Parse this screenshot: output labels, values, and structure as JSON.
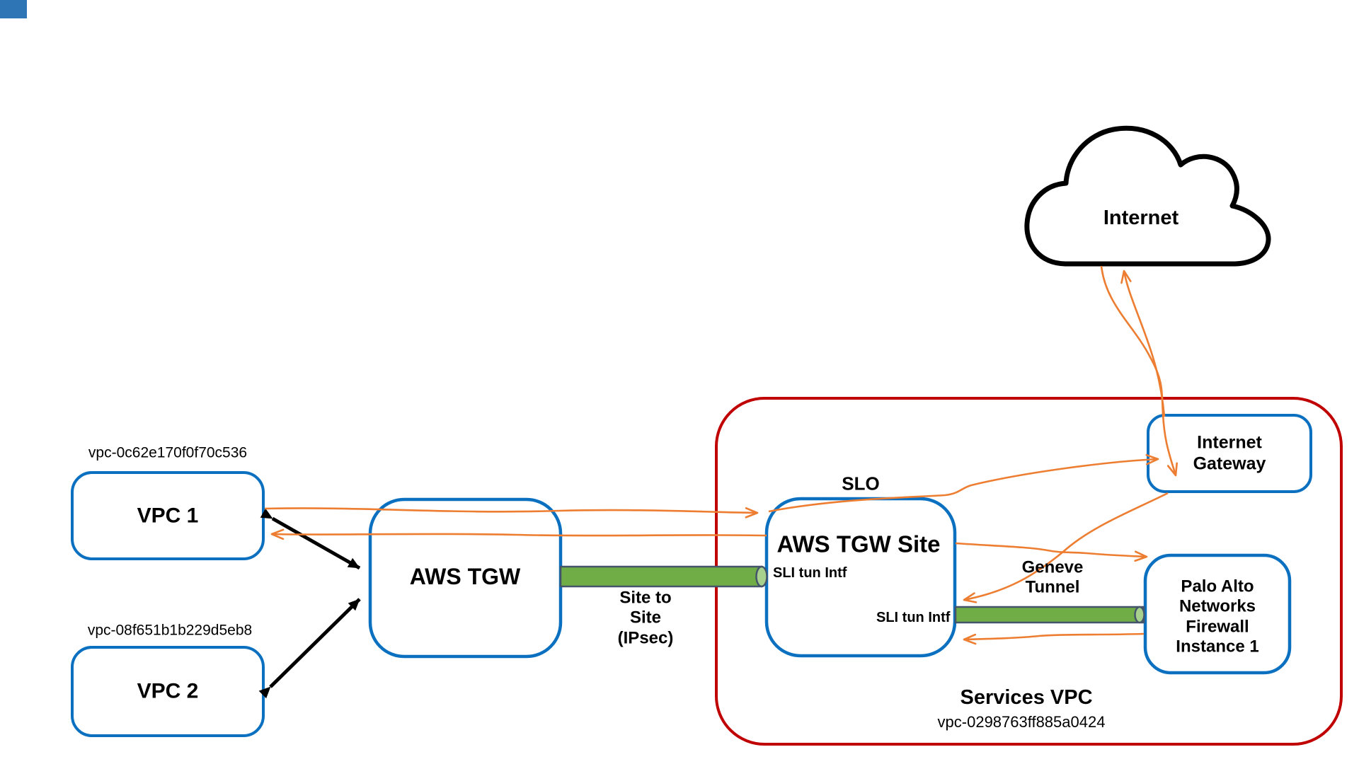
{
  "diagram": {
    "colors": {
      "box_border_blue": "#0B70C0",
      "services_vpc_red": "#C00000",
      "tunnel_green": "#70AD47",
      "tunnel_cap_green": "#A9D18E",
      "tunnel_border": "#44546A",
      "flow_orange": "#ED7D31",
      "arrow_black": "#000000"
    },
    "internet_cloud": {
      "label": "Internet"
    },
    "vpc1": {
      "id_label": "vpc-0c62e170f0f70c536",
      "title": "VPC 1"
    },
    "vpc2": {
      "id_label": "vpc-08f651b1b229d5eb8",
      "title": "VPC 2"
    },
    "aws_tgw": {
      "title": "AWS TGW"
    },
    "site_to_site_tunnel": {
      "label_line1": "Site to",
      "label_line2": "Site",
      "label_line3": "(IPsec)"
    },
    "aws_tgw_site": {
      "title": "AWS TGW Site",
      "slo_label": "SLO",
      "sli_tun_intf_top": "SLI tun Intf",
      "sli_tun_intf_bottom": "SLI tun Intf"
    },
    "geneve_tunnel": {
      "label_line1": "Geneve",
      "label_line2": "Tunnel"
    },
    "internet_gateway": {
      "title_line1": "Internet",
      "title_line2": "Gateway"
    },
    "firewall": {
      "title_line1": "Palo Alto",
      "title_line2": "Networks",
      "title_line3": "Firewall",
      "title_line4": "Instance 1"
    },
    "services_vpc": {
      "title": "Services VPC",
      "id_label": "vpc-0298763ff885a0424"
    }
  }
}
